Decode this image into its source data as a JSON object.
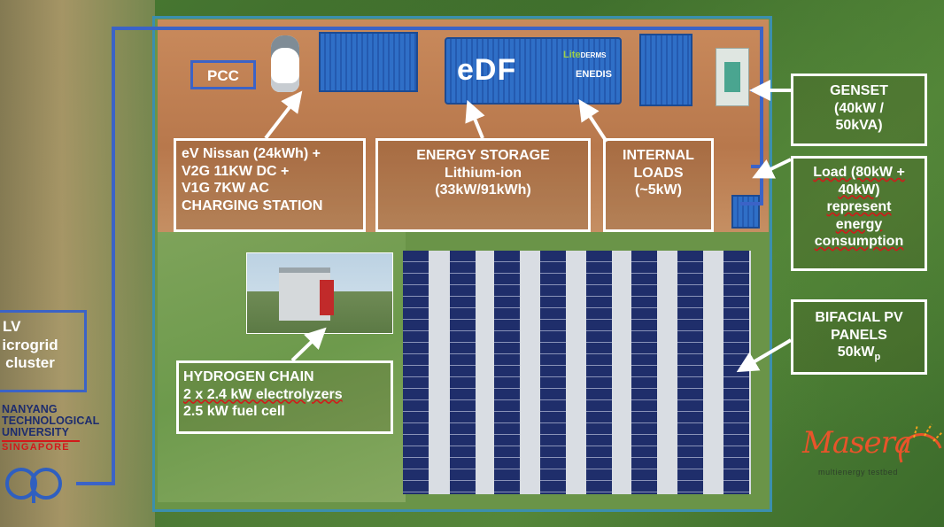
{
  "labels": {
    "pcc": "PCC",
    "ev_charging": [
      "eV Nissan (24kWh) +",
      "V2G 11KW DC +",
      "V1G 7KW AC",
      "CHARGING STATION"
    ],
    "energy_storage": [
      "ENERGY STORAGE",
      "Lithium-ion",
      "(33kW/91kWh)"
    ],
    "internal_loads": [
      "INTERNAL",
      "LOADS",
      "(~5kW)"
    ],
    "genset": [
      "GENSET",
      "(40kW /",
      "50kVA)"
    ],
    "load": [
      "Load (80kW +",
      "40kW)",
      "represent",
      "energy",
      "consumption"
    ],
    "pv_panels": {
      "line1": "BIFACIAL PV",
      "line2": "PANELS",
      "line3_value": "50kW",
      "line3_sub": "p"
    },
    "hydrogen_chain": [
      "HYDROGEN CHAIN",
      "2 x 2.4 kW electrolyzers",
      "2.5 kW fuel cell"
    ],
    "lv_microgrid": [
      "LV",
      "icrogrid",
      "cluster"
    ]
  },
  "container_branding": {
    "edf_logo": "eDF",
    "litederms_lite": "Lite",
    "litederms_derms": "DERMS",
    "enedis": "ENEDIS"
  },
  "logos": {
    "ntu": {
      "line1": "NANYANG",
      "line2": "TECHNOLOGICAL",
      "line3": "UNIVERSITY",
      "singapore": "SINGAPORE"
    },
    "masera": {
      "word": "Masera",
      "tagline": "multienergy testbed"
    }
  },
  "colors": {
    "label_border": "#ffffff",
    "microgrid_line": "#3b63c7",
    "ntu_blue": "#1d2c6e",
    "ntu_red": "#d11a1a",
    "masera_orange": "#e8542a"
  }
}
